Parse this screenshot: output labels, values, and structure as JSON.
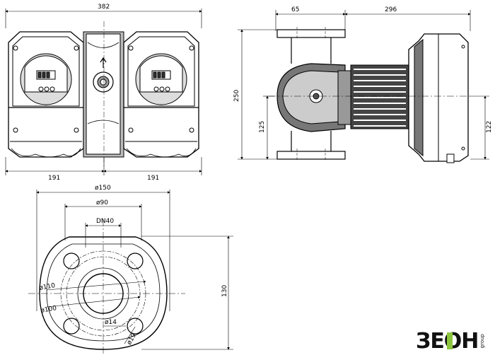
{
  "front_view": {
    "dim_total_width": "382",
    "dim_left_half": "191",
    "dim_right_half": "191"
  },
  "side_view": {
    "dim_flange_length": "65",
    "dim_motor_length": "296",
    "dim_height": "250",
    "dim_axis_height_left": "125",
    "dim_axis_height_right": "122"
  },
  "flange_view": {
    "dim_outer_diameter": "ø150",
    "dim_inner_diameter": "ø90",
    "dim_nominal": "DN40",
    "dim_bolt_circle_1": "ø110",
    "dim_bolt_circle_2": "ø100",
    "dim_hole_1": "ø14",
    "dim_hole_2": "ø19",
    "dim_vertical": "130"
  },
  "brand": {
    "logo_text": "ЗЕОН",
    "logo_sub": "group"
  },
  "colors": {
    "line": "#000000",
    "fill_dark": "#555555",
    "fill_light": "#dddddd",
    "brand_green": "#8cc63f"
  }
}
